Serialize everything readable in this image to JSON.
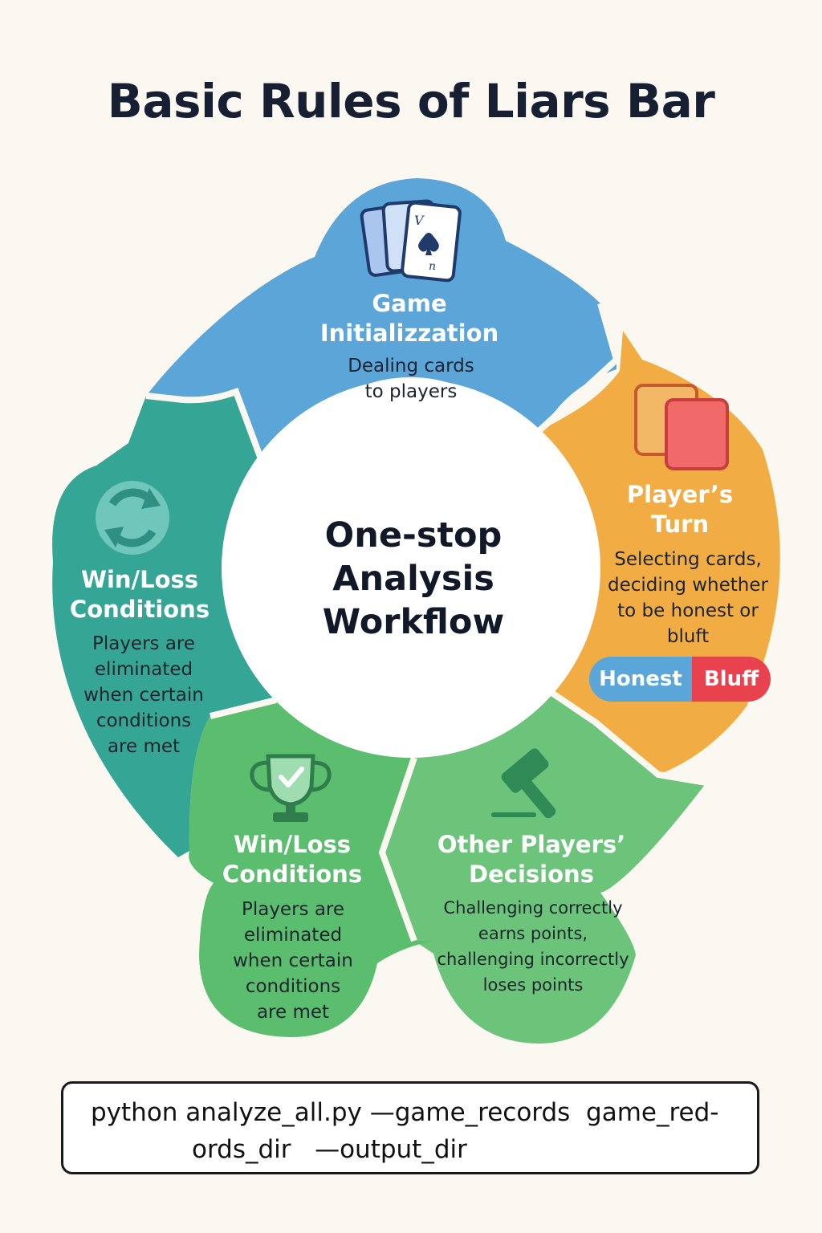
{
  "title": "Basic Rules of Liars Bar",
  "center": {
    "line1": "One-stop",
    "line2": "Analysis",
    "line3": "Workflow"
  },
  "segments": {
    "game_init": {
      "title_line1": "Game",
      "title_line2": "Initializzation",
      "desc_line1": "Dealing cards",
      "desc_line2": "to players",
      "color": "#5ca5d9",
      "icon": "playing-cards-icon"
    },
    "players_turn": {
      "title_line1": "Player’s",
      "title_line2": "Turn",
      "desc_line1": "Selecting cards,",
      "desc_line2": "deciding whether",
      "desc_line3": "to be honest or",
      "desc_line4": "bluft",
      "honest_label": "Honest",
      "bluff_label": "Bluff",
      "color": "#f1ad44",
      "icon": "two-cards-icon"
    },
    "other_players": {
      "title_line1": "Other Players’",
      "title_line2": "Decisions",
      "desc_line1": "Challenging correctly",
      "desc_line2": "earns points,",
      "desc_line3": "challenging incorrectly",
      "desc_line4": "loses points",
      "color": "#6cc47a",
      "icon": "gavel-icon"
    },
    "win_loss_bottom": {
      "title_line1": "Win/Loss",
      "title_line2": "Conditions",
      "desc_line1": "Players are",
      "desc_line2": "eliminated",
      "desc_line3": "when certain",
      "desc_line4": "conditions",
      "desc_line5": "are met",
      "color": "#5bbe6e",
      "icon": "trophy-icon"
    },
    "win_loss_left": {
      "title_line1": "Win/Loss",
      "title_line2": "Conditions",
      "desc_line1": "Players are",
      "desc_line2": "eliminated",
      "desc_line3": "when certain",
      "desc_line4": "conditions",
      "desc_line5": "are met",
      "color": "#35a595",
      "icon": "refresh-icon"
    }
  },
  "command": {
    "line1": "python analyze_all.py —game_records  game_red-",
    "line2": "ords_dir   —output_dir"
  }
}
